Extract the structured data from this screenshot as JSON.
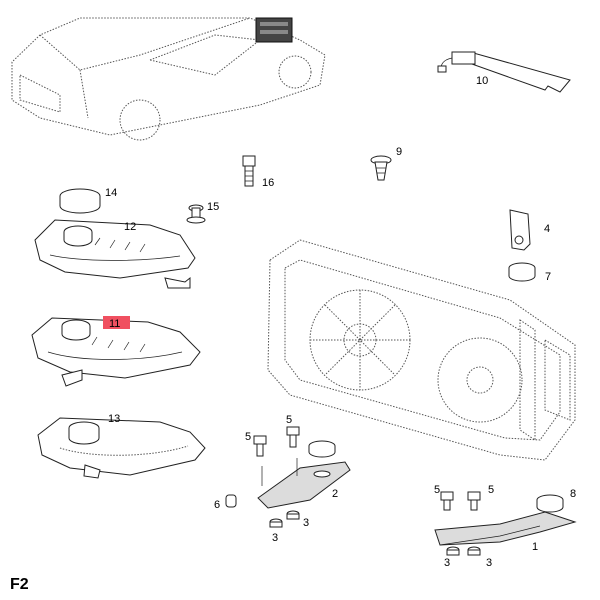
{
  "callouts": {
    "c1": "1",
    "c2": "2",
    "c3a": "3",
    "c3b": "3",
    "c3c": "3",
    "c3d": "3",
    "c4": "4",
    "c5a": "5",
    "c5b": "5",
    "c5c": "5",
    "c5d": "5",
    "c6": "6",
    "c7": "7",
    "c8": "8",
    "c9": "9",
    "c10": "10",
    "c11": "11",
    "c12": "12",
    "c13": "13",
    "c14": "14",
    "c15": "15",
    "c16": "16"
  },
  "page_code": "F2",
  "highlight_color": "#f05060"
}
